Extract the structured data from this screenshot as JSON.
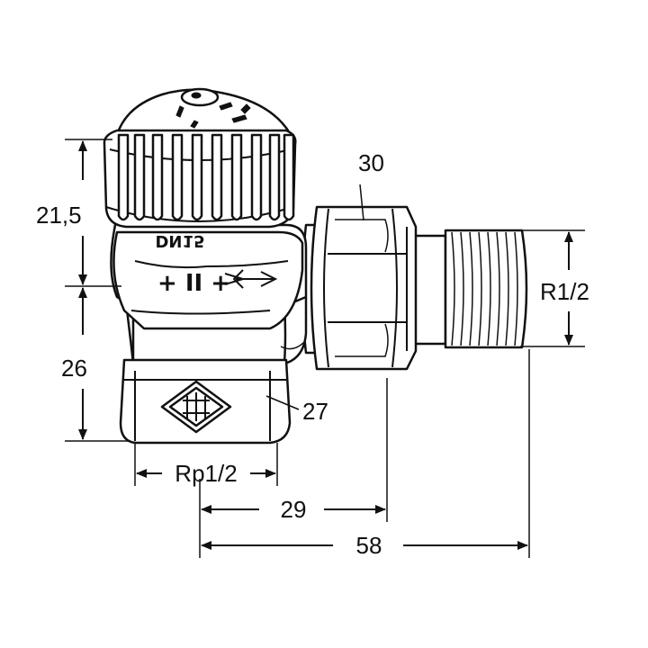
{
  "dimensions": {
    "height_upper": "21,5",
    "height_lower": "26",
    "inlet_thread": "Rp1/2",
    "outlet_thread": "R1/2",
    "offset_to_nut": "29",
    "overall_length": "58"
  },
  "callouts": {
    "union_nut": "30",
    "body": "27"
  },
  "engravings": {
    "nominal_size": "DN15",
    "flow_mark": "+ II +"
  },
  "colors": {
    "line": "#111111",
    "background": "#ffffff"
  }
}
